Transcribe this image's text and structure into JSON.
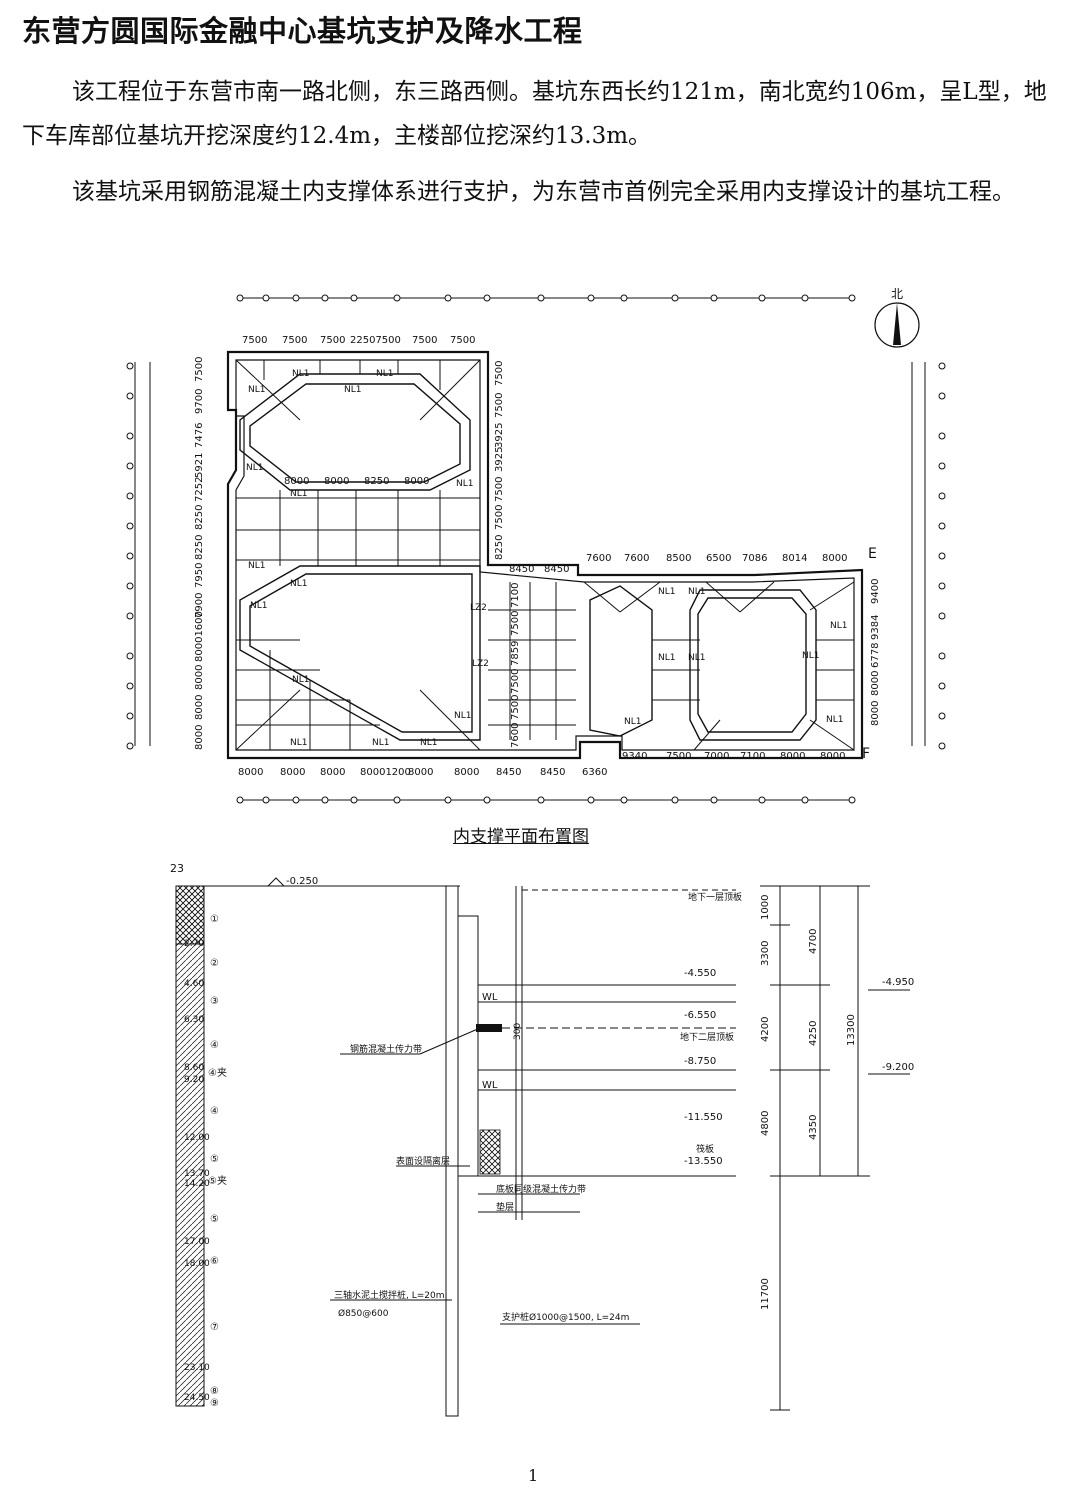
{
  "title": "东营方圆国际金融中心基坑支护及降水工程",
  "paragraph1": "该工程位于东营市南一路北侧，东三路西侧。基坑东西长约121m，南北宽约106m，呈L型，地下车库部位基坑开挖深度约12.4m，主楼部位挖深约13.3m。",
  "paragraph2": "该基坑采用钢筋混凝土内支撑体系进行支护，为东营市首例完全采用内支撑设计的基坑工程。",
  "plan": {
    "caption": "内支撑平面布置图",
    "north": "北",
    "top_dims": [
      "7500",
      "7500",
      "7500",
      "22507500",
      "7500",
      "7500"
    ],
    "inner_dims": [
      "8000",
      "8000",
      "8250",
      "8000"
    ],
    "right_top_dims": [
      "7600",
      "7600",
      "8500",
      "6500",
      "7086",
      "8014",
      "8000"
    ],
    "mid_dims": [
      "8450",
      "8450"
    ],
    "bottom_dims": [
      "8000",
      "8000",
      "8000",
      "80001200",
      "8000",
      "8000",
      "8450",
      "8450",
      "6360"
    ],
    "right_bottom_dims": [
      "9340",
      "7500",
      "7000",
      "7100",
      "8000",
      "8000"
    ],
    "left_dims": [
      "7500",
      "9700",
      "7476",
      "5921",
      "7252",
      "8250",
      "8250",
      "7950",
      "7900",
      "80001600",
      "8000",
      "8000",
      "8000"
    ],
    "middle_right_dims": [
      "7500",
      "7500",
      "3925",
      "3925",
      "7500",
      "7500",
      "8250"
    ],
    "lower_mid_dims": [
      "7100",
      "7500",
      "7859",
      "7500",
      "7500",
      "7600"
    ],
    "far_right_dims": [
      "9400",
      "9384",
      "6778",
      "8000",
      "8000"
    ],
    "corner_labels": [
      "E",
      "F"
    ],
    "member_labels": [
      "NL1",
      "LZ2"
    ]
  },
  "section": {
    "left_top": "23",
    "left_elevations": [
      "2.70",
      "4.60",
      "6.30",
      "8.60",
      "9.20",
      "12.00",
      "13.70",
      "14.20",
      "17.00",
      "18.00",
      "23.10",
      "24.50"
    ],
    "layer_numbers": [
      "①",
      "②",
      "③",
      "④",
      "④夹",
      "④",
      "⑤",
      "⑤夹",
      "⑤",
      "⑥",
      "⑦",
      "⑧",
      "⑨"
    ],
    "levels": [
      "-0.250",
      "-4.550",
      "-6.550",
      "-8.750",
      "-11.550",
      "-13.550",
      "-4.950",
      "-9.200"
    ],
    "floor_labels": [
      "地下一层顶板",
      "地下二层顶板",
      "筏板"
    ],
    "wl": "WL",
    "labels": {
      "force_belt": "钢筋混凝土传力带",
      "surface_layer": "表面设隔离层",
      "raft_belt": "底板同级混凝土传力带",
      "cushion": "垫层",
      "mixing_pile": "三轴水泥土搅拌桩, L=20m",
      "mixing_size": "Ø850@600",
      "support_pile": "支护桩Ø1000@1500, L=24m",
      "beam_size": "300"
    },
    "dims_inner": [
      "1000",
      "3300",
      "4200",
      "4800",
      "11700"
    ],
    "dims_mid": [
      "4700",
      "4250",
      "4350"
    ],
    "dims_total": "13300"
  },
  "page_number": "1"
}
